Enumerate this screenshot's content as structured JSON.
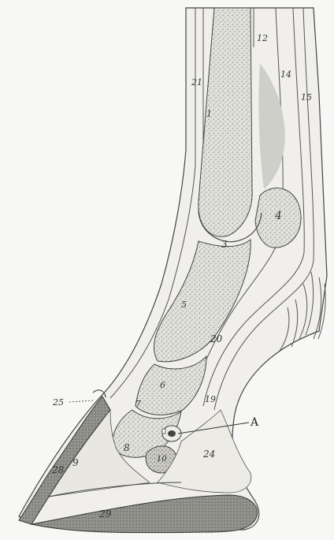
{
  "figure": {
    "labels": {
      "l1": "1",
      "l3": "3",
      "l4": "4",
      "l5": "5",
      "l6": "6",
      "l7": "7",
      "l8": "8",
      "l9": "9",
      "l10": "10",
      "l12": "12",
      "l14": "14",
      "l15": "15",
      "l19": "19",
      "l20": "20",
      "l21": "21",
      "l24": "24",
      "l25": "25",
      "l28": "28",
      "l29": "29",
      "lA": "A"
    }
  },
  "colors": {
    "paper": "#f7f7f5",
    "line": "#444444",
    "bone_texture": "#b8b8b0",
    "hoof_dark": "#8c8c88",
    "hair": "#666666"
  }
}
